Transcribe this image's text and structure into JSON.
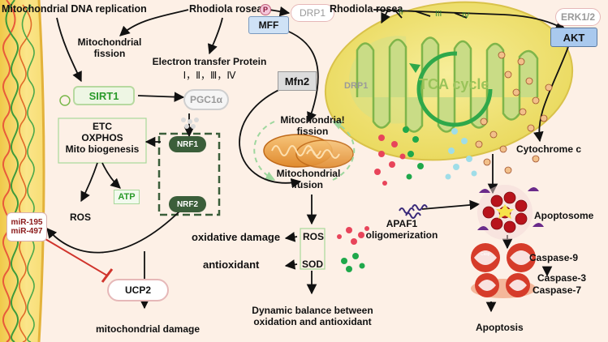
{
  "labels": {
    "mito_dna_replication": "Mitochondrial DNA replication",
    "rhodiola_rosea_1": "Rhodiola rosea",
    "rhodiola_rosea_2": "Rhodiola rosea",
    "mito_fission_1": "Mitochondrial",
    "mito_fission_1b": "fission",
    "etp_1": "Electron transfer Protein",
    "etp_2": "Ⅰ，Ⅱ，Ⅲ，Ⅳ",
    "sirt1": "SIRT1",
    "pgc1a": "PGC1α",
    "etc": "ETC",
    "oxphos": "OXPHOS",
    "biogenesis": "Mito biogenesis",
    "atp": "ATP",
    "ros_1": "ROS",
    "nrf1": "NRF1",
    "nrf2": "NRF2",
    "mir195": "miR-195",
    "mir497": "miR-497",
    "ucp2": "UCP2",
    "mito_damage": "mitochondrial damage",
    "p": "P",
    "drp1_top": "DRP1",
    "mff": "MFF",
    "mfn2": "Mfn2",
    "drp1_mid": "DRP1",
    "mito_fission_2a": "Mitochondria!",
    "mito_fission_2b": "fission",
    "mito_fusion_a": "Mitochondrial",
    "mito_fusion_b": "fusion",
    "tca": "TCA cycle",
    "complex_ii": "II",
    "complex_iii": "III",
    "complex_iv": "IV",
    "erk": "ERK1/2",
    "akt": "AKT",
    "cytc": "Cytochrome c",
    "apaf1_a": "APAF1",
    "apaf1_b": "oligomerization",
    "apoptosome": "Apoptosome",
    "oxidative_damage": "oxidative damage",
    "ros_2": "ROS",
    "antioxidant": "antioxidant",
    "sod": "SOD",
    "balance_a": "Dynamic balance between",
    "balance_b": "oxidation and antioxidant",
    "caspase9": "Caspase-9",
    "caspase3": "Caspase-3",
    "caspase7": "Caspase-7",
    "apoptosis": "Apoptosis",
    "casp_tiny": "Casp"
  },
  "colors": {
    "background": "#fdf0e6",
    "cell_membrane": "#f6d76a",
    "mitochondrion_outer": "#f3e58a",
    "mitochondrion_inner": "#9ccf6b",
    "box_green_text": "#2a9a2a",
    "nrf_fill": "#3b5e3a",
    "akt_fill": "#a9c9ee",
    "mff_fill": "#cfe2f6",
    "mirna_text": "#8b1a1a",
    "inhibit_red": "#d0342c",
    "dot_red": "#e8445a",
    "dot_green": "#1fa84b",
    "dot_cyan": "#9fdde8",
    "apoptosome_red": "#b8141c",
    "caspase_red": "#d63c2a"
  }
}
